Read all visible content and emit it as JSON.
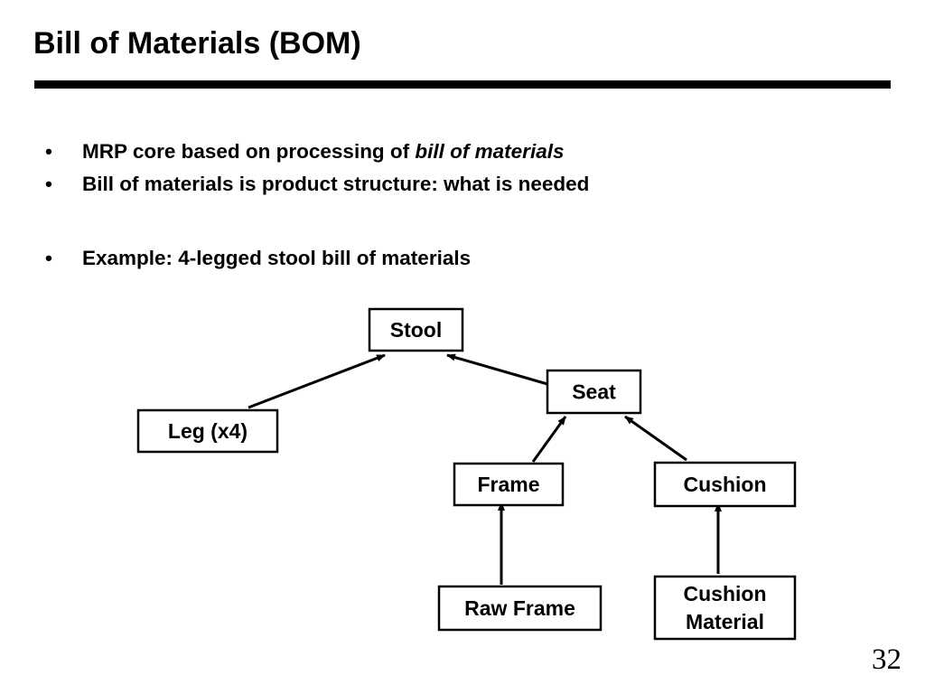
{
  "slide": {
    "title": "Bill of Materials (BOM)",
    "page_number": "32"
  },
  "bullets": [
    {
      "text": "MRP core based on processing of ",
      "emphasis": "bill of materials"
    },
    {
      "text": "Bill of materials is product structure: what is needed",
      "emphasis": ""
    },
    {
      "text": "Example:  4-legged stool bill of materials",
      "emphasis": ""
    }
  ],
  "bom_tree": {
    "nodes": {
      "stool": [
        "Stool"
      ],
      "seat": [
        "Seat"
      ],
      "leg": [
        "Leg (x4)"
      ],
      "frame": [
        "Frame"
      ],
      "cushion": [
        "Cushion"
      ],
      "raw_frame": [
        "Raw Frame"
      ],
      "cushion_material": [
        "Cushion",
        "Material"
      ]
    },
    "edges": [
      {
        "from": "leg",
        "to": "stool"
      },
      {
        "from": "seat",
        "to": "stool"
      },
      {
        "from": "frame",
        "to": "seat"
      },
      {
        "from": "cushion",
        "to": "seat"
      },
      {
        "from": "raw_frame",
        "to": "frame"
      },
      {
        "from": "cushion_material",
        "to": "cushion"
      }
    ]
  }
}
